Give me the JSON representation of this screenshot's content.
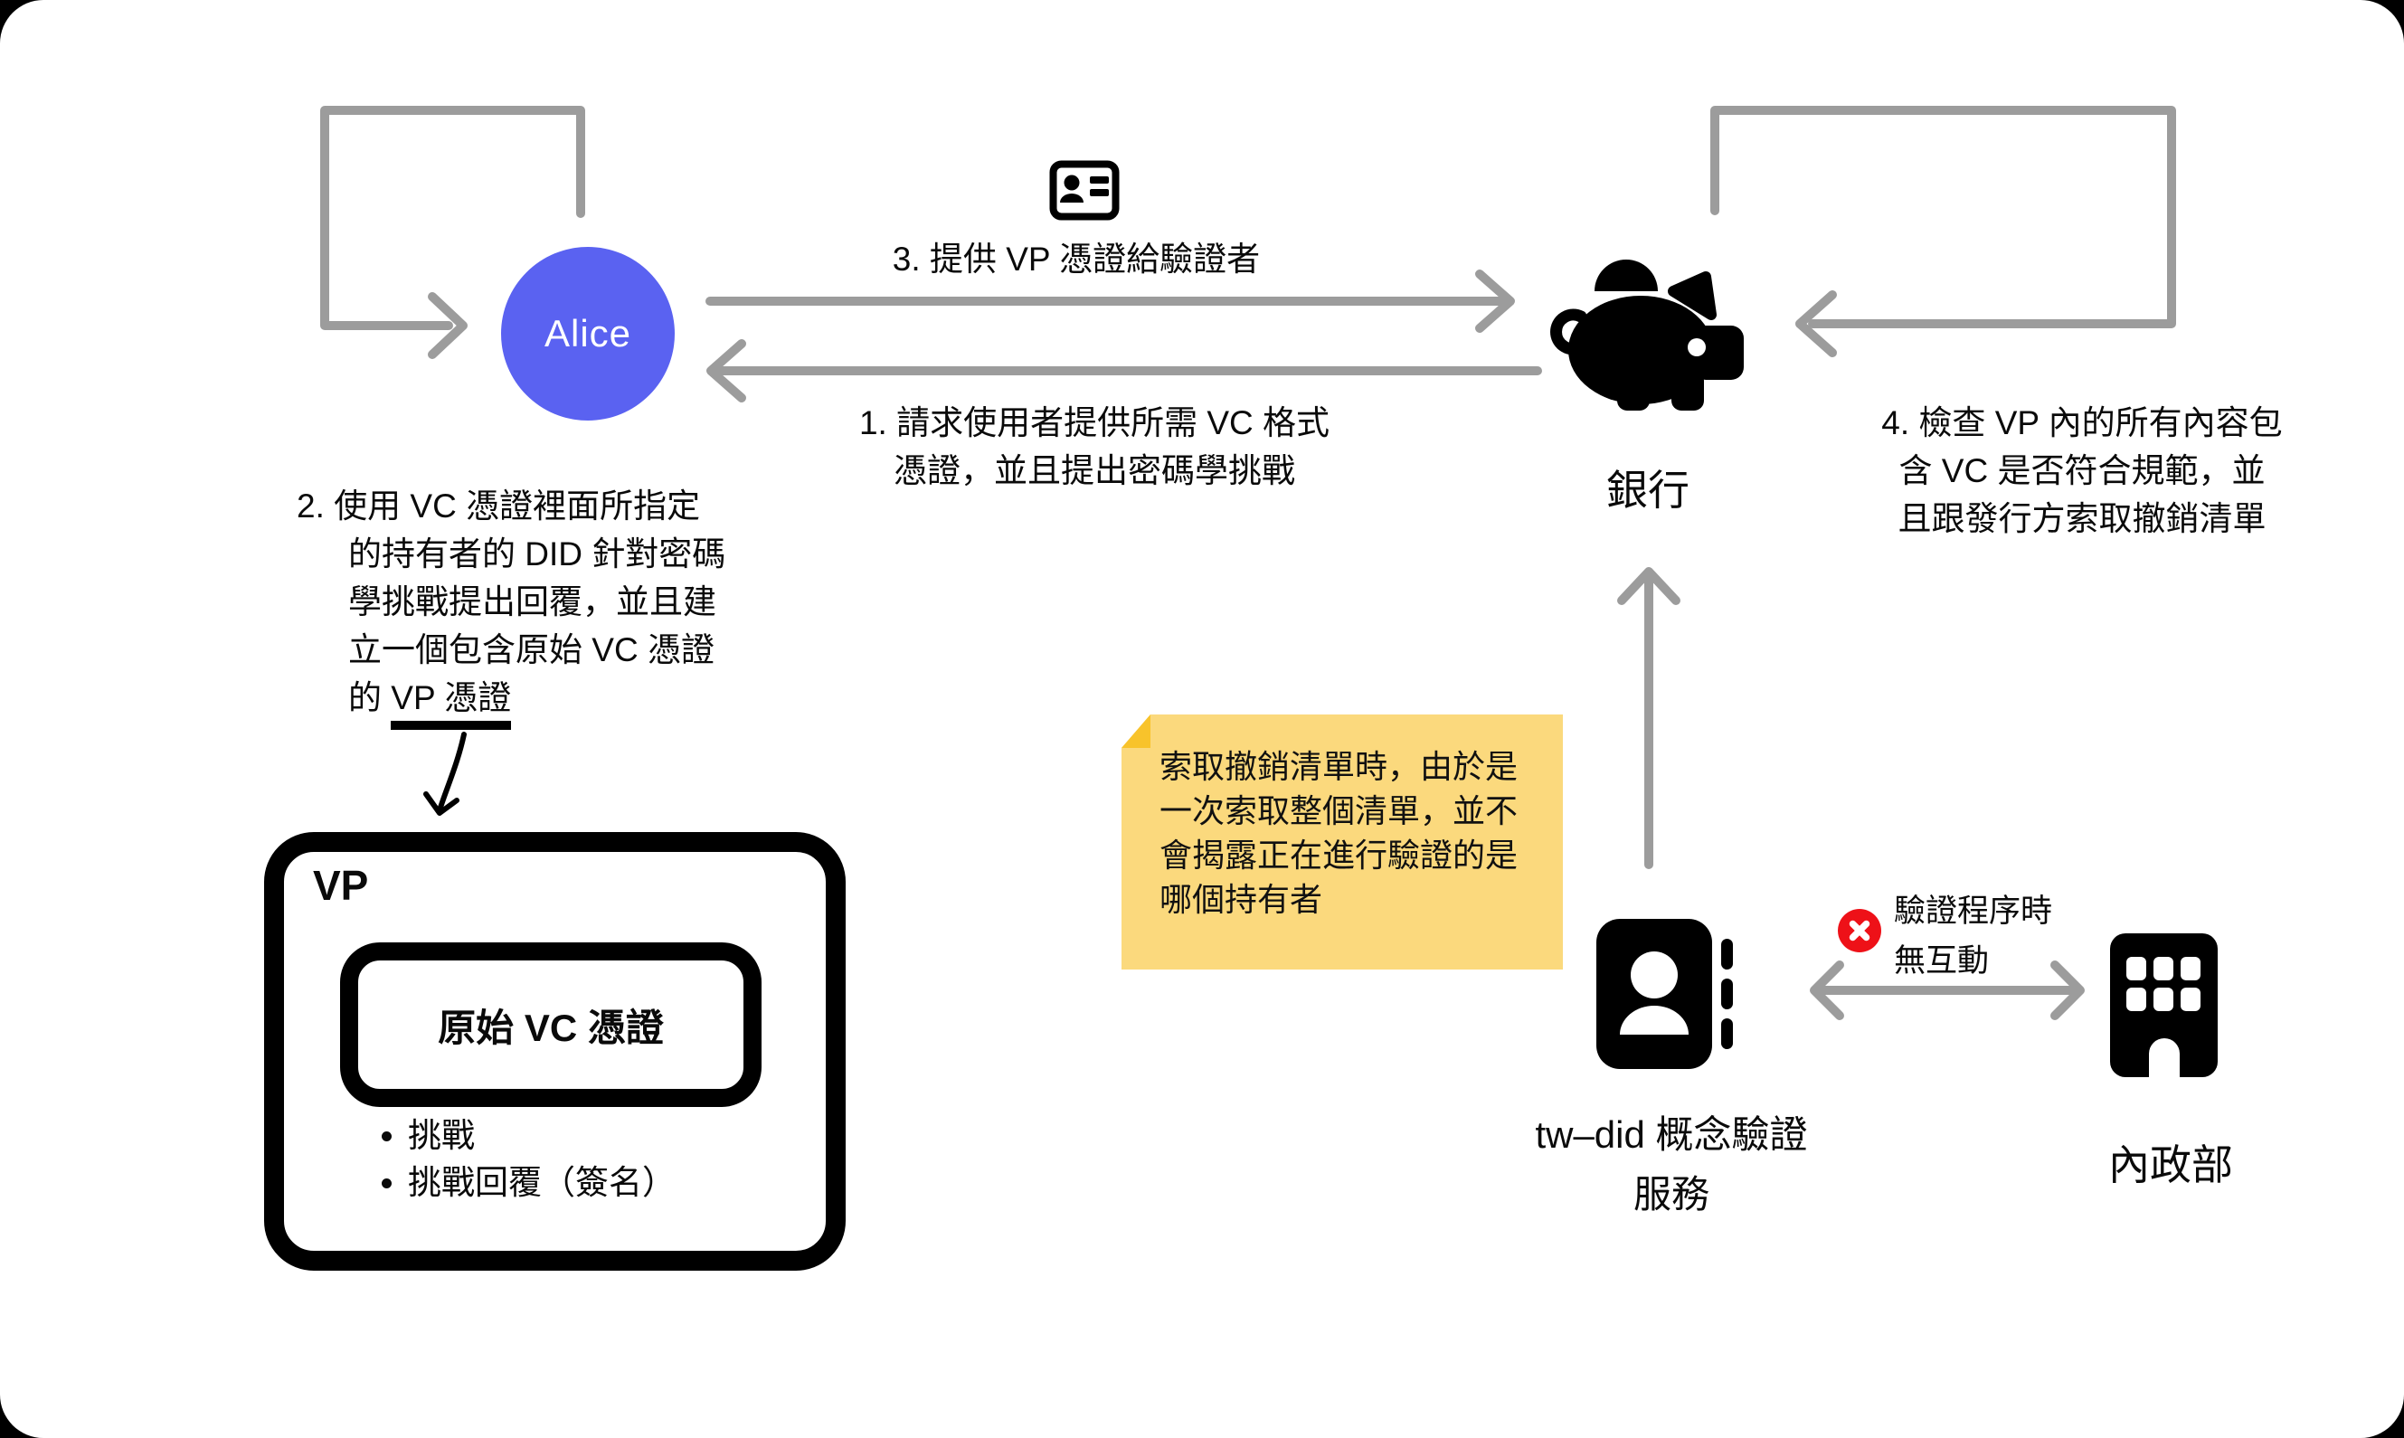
{
  "palette": {
    "accent_blue": "#5a62f1",
    "arrow_gray": "#9c9c9c",
    "note_yellow": "#fbd97d",
    "note_fold_yellow": "#f8c32b",
    "error_red": "#ee1118",
    "ink_black": "#0a0a0a"
  },
  "actors": {
    "alice": {
      "label": "Alice"
    },
    "bank": {
      "label": "銀行"
    },
    "twdid_service": {
      "label_line1": "tw–did 概念驗證",
      "label_line2": "服務"
    },
    "ministry": {
      "label": "內政部"
    }
  },
  "messages": {
    "step1": {
      "lines": [
        "1. 請求使用者提供所需 VC 格式",
        "憑證，並且提出密碼學挑戰"
      ]
    },
    "step2": {
      "lines": [
        "2. 使用 VC 憑證裡面所指定",
        "的持有者的 DID 針對密碼",
        "學挑戰提出回覆，並且建",
        "立一個包含原始 VC 憑證"
      ],
      "last_line_prefix": "的 ",
      "last_line_underlined": "VP 憑證"
    },
    "step3": {
      "lines": [
        "3. 提供 VP 憑證給驗證者"
      ]
    },
    "step4": {
      "lines": [
        "4. 檢查 VP 內的所有內容包",
        "含 VC 是否符合規範，並",
        "且跟發行方索取撤銷清單"
      ]
    }
  },
  "vp_box": {
    "title": "VP",
    "inner_title": "原始 VC 憑證",
    "bullets": [
      "挑戰",
      "挑戰回覆（簽名）"
    ]
  },
  "sticky_note": {
    "lines": [
      "索取撤銷清單時，由於是",
      "一次索取整個清單，並不",
      "會揭露正在進行驗證的是",
      "哪個持有者"
    ]
  },
  "no_interaction": {
    "lines": [
      "驗證程序時",
      "無互動"
    ]
  },
  "icons": {
    "id_card": "id-card-icon",
    "piggy_bank": "piggy-bank-icon",
    "contact_book": "contact-book-icon",
    "building": "building-icon",
    "error_x": "error-x-icon"
  }
}
